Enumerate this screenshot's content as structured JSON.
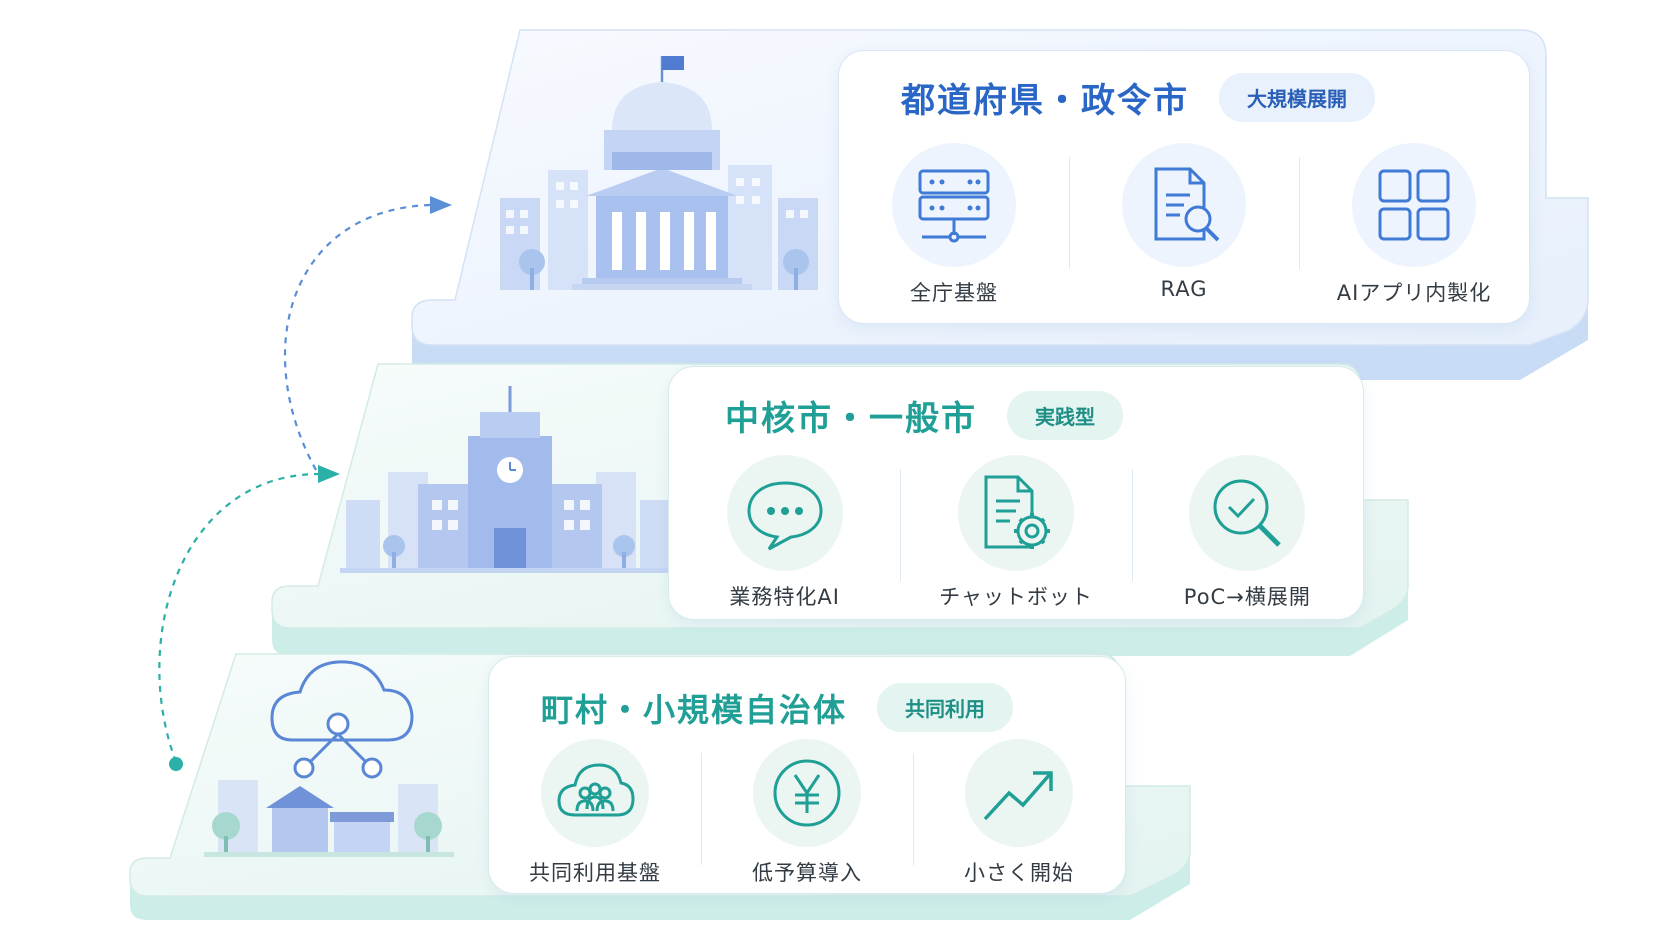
{
  "colors": {
    "tier1_accent": "#2a66c6",
    "tier2_accent": "#1f9f95",
    "tier3_accent": "#1f9f95",
    "platform_blue": "#c9dcf6",
    "platform_teal": "#cdeee8"
  },
  "tiers": [
    {
      "title": "都道府県・政令市",
      "badge": "大規模展開",
      "illustration": "capitol-building",
      "items": [
        {
          "label": "全庁基盤",
          "icon": "server-icon"
        },
        {
          "label": "RAG",
          "icon": "document-search-icon"
        },
        {
          "label": "AIアプリ内製化",
          "icon": "app-grid-icon"
        }
      ]
    },
    {
      "title": "中核市・一般市",
      "badge": "実践型",
      "illustration": "city-hall-building",
      "items": [
        {
          "label": "業務特化AI",
          "icon": "chat-bubble-icon"
        },
        {
          "label": "チャットボット",
          "icon": "document-gear-icon"
        },
        {
          "label": "PoC→横展開",
          "icon": "search-check-icon"
        }
      ]
    },
    {
      "title": "町村・小規模自治体",
      "badge": "共同利用",
      "illustration": "cloud-town",
      "items": [
        {
          "label": "共同利用基盤",
          "icon": "cloud-people-icon"
        },
        {
          "label": "低予算導入",
          "icon": "yen-icon"
        },
        {
          "label": "小さく開始",
          "icon": "trend-up-icon"
        }
      ]
    }
  ]
}
